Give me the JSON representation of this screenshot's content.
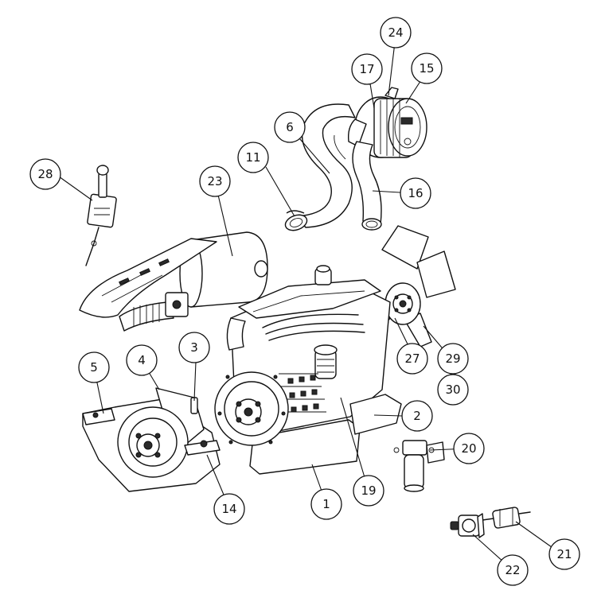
{
  "callouts": [
    {
      "id": "c1",
      "label": "1"
    },
    {
      "id": "c2",
      "label": "2"
    },
    {
      "id": "c3",
      "label": "3"
    },
    {
      "id": "c4",
      "label": "4"
    },
    {
      "id": "c5",
      "label": "5"
    },
    {
      "id": "c6",
      "label": "6"
    },
    {
      "id": "c11",
      "label": "11"
    },
    {
      "id": "c14",
      "label": "14"
    },
    {
      "id": "c15",
      "label": "15"
    },
    {
      "id": "c16",
      "label": "16"
    },
    {
      "id": "c17",
      "label": "17"
    },
    {
      "id": "c19",
      "label": "19"
    },
    {
      "id": "c20",
      "label": "20"
    },
    {
      "id": "c21",
      "label": "21"
    },
    {
      "id": "c22",
      "label": "22"
    },
    {
      "id": "c23",
      "label": "23"
    },
    {
      "id": "c24",
      "label": "24"
    },
    {
      "id": "c27",
      "label": "27"
    },
    {
      "id": "c28",
      "label": "28"
    },
    {
      "id": "c29",
      "label": "29"
    },
    {
      "id": "c30",
      "label": "30"
    }
  ]
}
